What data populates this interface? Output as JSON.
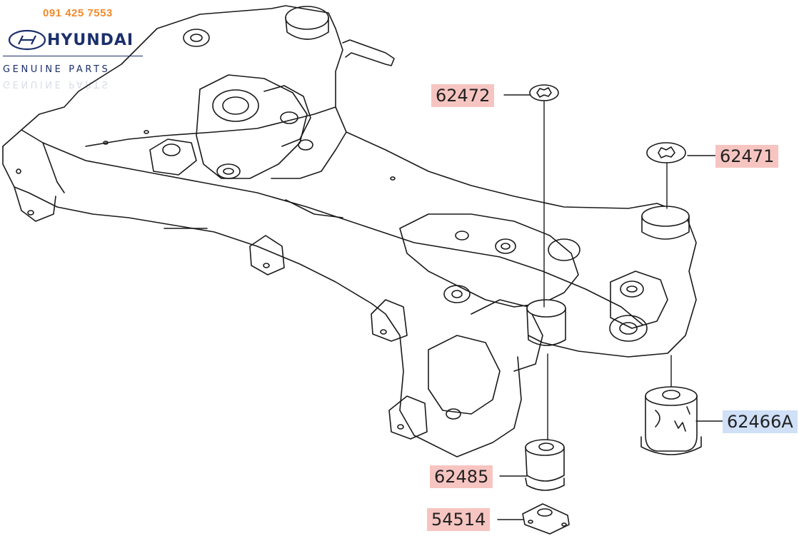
{
  "branding": {
    "phone": "091 425 7553",
    "wordmark": "HYUNDAI",
    "tagline": "GENUINE PARTS",
    "colors": {
      "phone": "#f08a2b",
      "brand_navy": "#1b2f6b"
    }
  },
  "callouts": {
    "p62472": {
      "text": "62472",
      "highlight": "#f7c5c1"
    },
    "p62471": {
      "text": "62471",
      "highlight": "#f7c5c1"
    },
    "p62466A": {
      "text": "62466A",
      "highlight": "#cfe0f7"
    },
    "p62485": {
      "text": "62485",
      "highlight": "#f7c5c1"
    },
    "p54514": {
      "text": "54514",
      "highlight": "#f7c5c1"
    }
  }
}
